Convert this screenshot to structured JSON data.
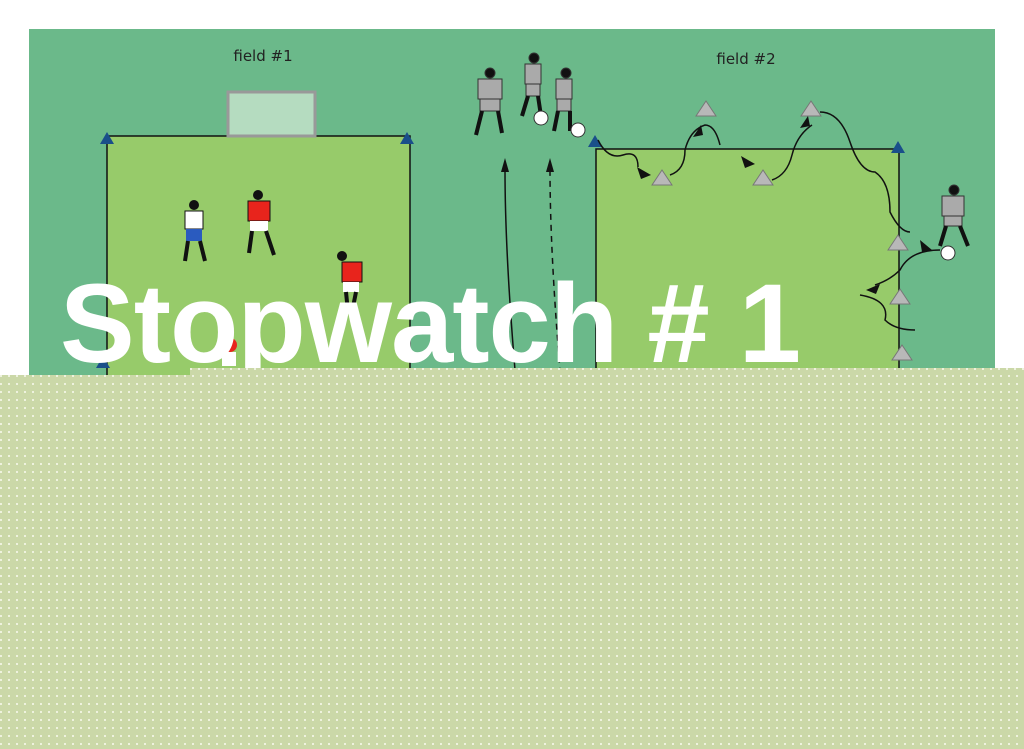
{
  "slide": {
    "title": "Stopwatch # 1"
  },
  "diagram": {
    "field1_label": "field #1",
    "field2_label": "field #2"
  },
  "colors": {
    "background_green": "#6bb98a",
    "field_green": "#97cb6a",
    "panel_green": "#cbd8a8",
    "red_team": "#e8241c",
    "white_team": "#ffffff",
    "cone_blue": "#1a4f8a",
    "cone_grey": "#b8b8b8"
  }
}
